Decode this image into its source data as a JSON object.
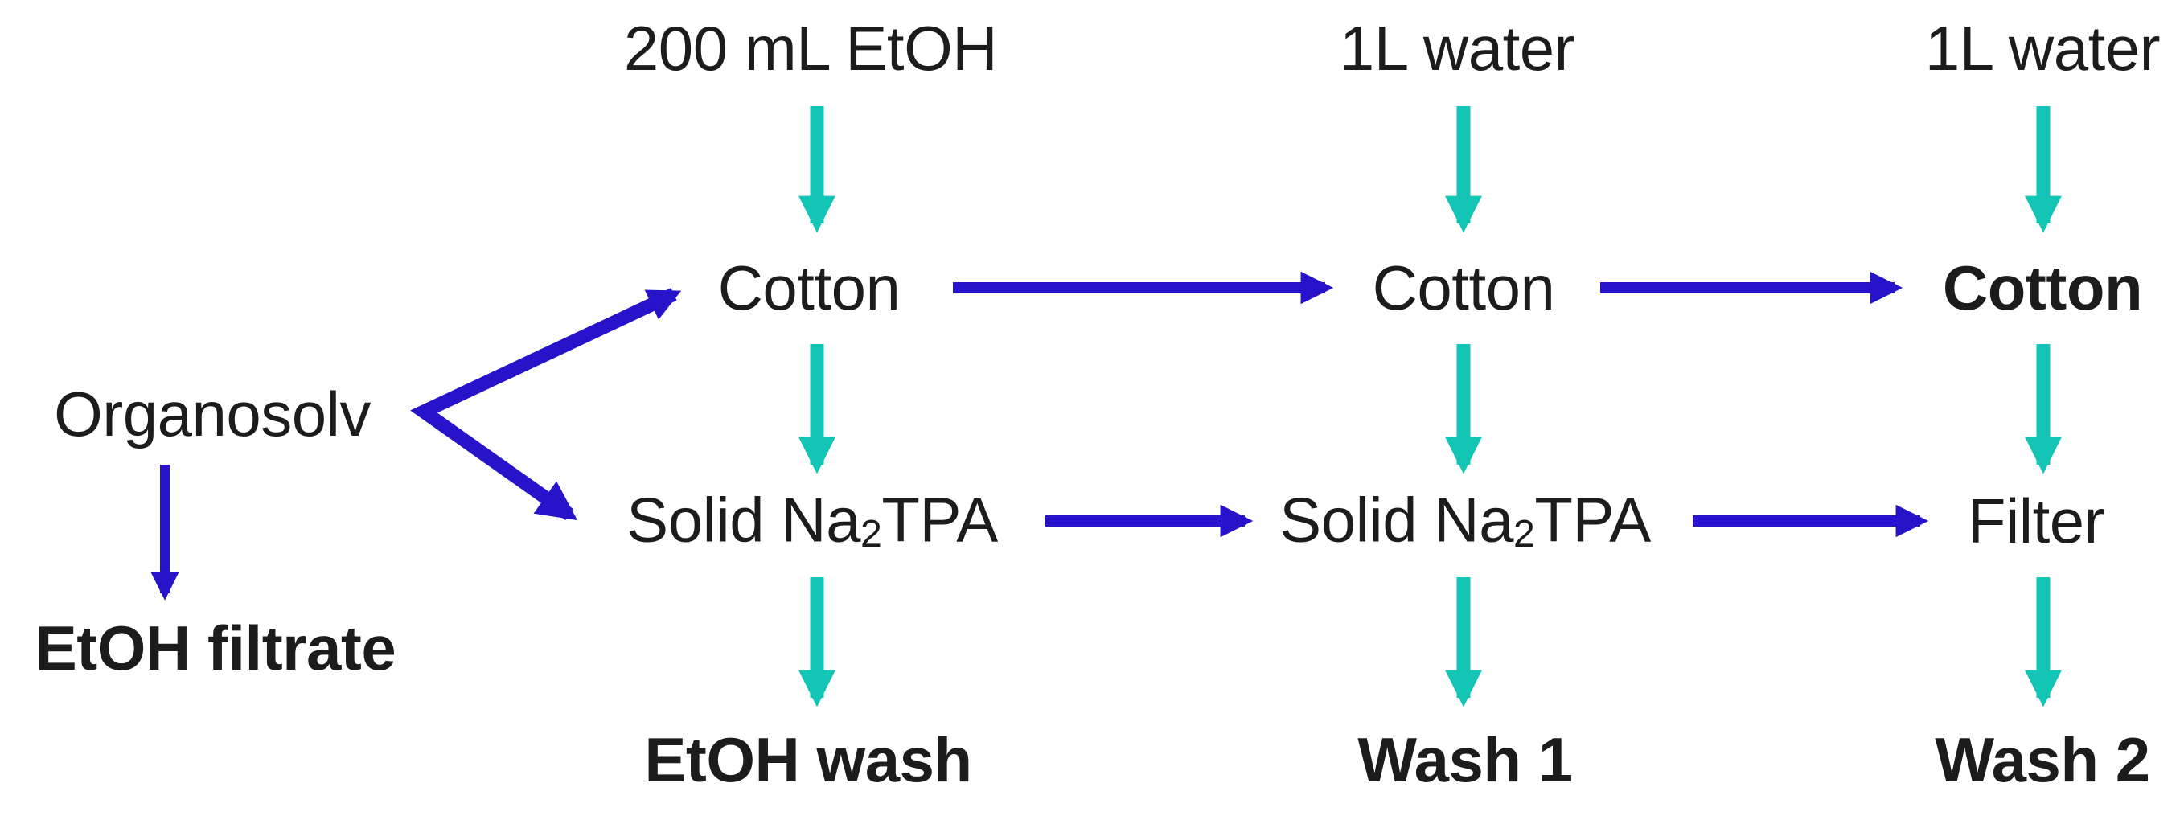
{
  "colors": {
    "arrow_blue": "#2713c9",
    "arrow_teal": "#12c5b4",
    "text": "#1c1c1c",
    "background": "#ffffff"
  },
  "nodes": {
    "organosolv": {
      "label": "Organosolv"
    },
    "etoh_filtrate": {
      "label": "EtOH filtrate"
    },
    "input_etoh": {
      "label": "200 mL EtOH"
    },
    "input_water_1": {
      "label": "1L water"
    },
    "input_water_2": {
      "label": "1L water"
    },
    "cotton_1": {
      "label": "Cotton"
    },
    "cotton_2": {
      "label": "Cotton"
    },
    "cotton_3": {
      "label": "Cotton"
    },
    "solid_na2tpa_1": {
      "prefix": "Solid Na",
      "subscript": "2",
      "suffix": "TPA"
    },
    "solid_na2tpa_2": {
      "prefix": "Solid Na",
      "subscript": "2",
      "suffix": "TPA"
    },
    "filter": {
      "label": "Filter"
    },
    "etoh_wash": {
      "label": "EtOH wash"
    },
    "wash_1": {
      "label": "Wash 1"
    },
    "wash_2": {
      "label": "Wash 2"
    }
  },
  "edges": [
    {
      "from": "organosolv",
      "to": "cotton_1",
      "color": "blue"
    },
    {
      "from": "organosolv",
      "to": "solid_na2tpa_1",
      "color": "blue"
    },
    {
      "from": "organosolv",
      "to": "etoh_filtrate",
      "color": "blue"
    },
    {
      "from": "input_etoh",
      "to": "cotton_1",
      "color": "teal"
    },
    {
      "from": "input_water_1",
      "to": "cotton_2",
      "color": "teal"
    },
    {
      "from": "input_water_2",
      "to": "cotton_3",
      "color": "teal"
    },
    {
      "from": "cotton_1",
      "to": "cotton_2",
      "color": "blue"
    },
    {
      "from": "cotton_2",
      "to": "cotton_3",
      "color": "blue"
    },
    {
      "from": "cotton_1",
      "to": "solid_na2tpa_1",
      "color": "teal"
    },
    {
      "from": "cotton_2",
      "to": "solid_na2tpa_2",
      "color": "teal"
    },
    {
      "from": "cotton_3",
      "to": "filter",
      "color": "teal"
    },
    {
      "from": "solid_na2tpa_1",
      "to": "solid_na2tpa_2",
      "color": "blue"
    },
    {
      "from": "solid_na2tpa_2",
      "to": "filter",
      "color": "blue"
    },
    {
      "from": "solid_na2tpa_1",
      "to": "etoh_wash",
      "color": "teal"
    },
    {
      "from": "solid_na2tpa_2",
      "to": "wash_1",
      "color": "teal"
    },
    {
      "from": "filter",
      "to": "wash_2",
      "color": "teal"
    }
  ]
}
